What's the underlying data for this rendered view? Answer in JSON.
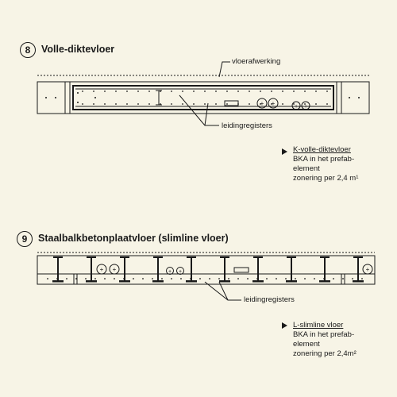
{
  "section1": {
    "number": "8",
    "title": "Volle-diktevloer",
    "label_top": "vloerafwerking",
    "label_bottom": "leidingregisters",
    "note": {
      "heading": "K-volle-diktevloer",
      "lines": [
        "BKA in het prefab-",
        "element",
        "zonering per 2,4 m¹"
      ]
    }
  },
  "section2": {
    "number": "9",
    "title": "Staalbalkbetonplaatvloer (slimline vloer)",
    "label_bottom": "leidingregisters",
    "note": {
      "heading": "L-slimline vloer",
      "lines": [
        "BKA in het prefab-",
        "element",
        "zonering per 2,4m²"
      ]
    }
  },
  "colors": {
    "background": "#f7f4e6",
    "ink": "#1a1a1a"
  }
}
